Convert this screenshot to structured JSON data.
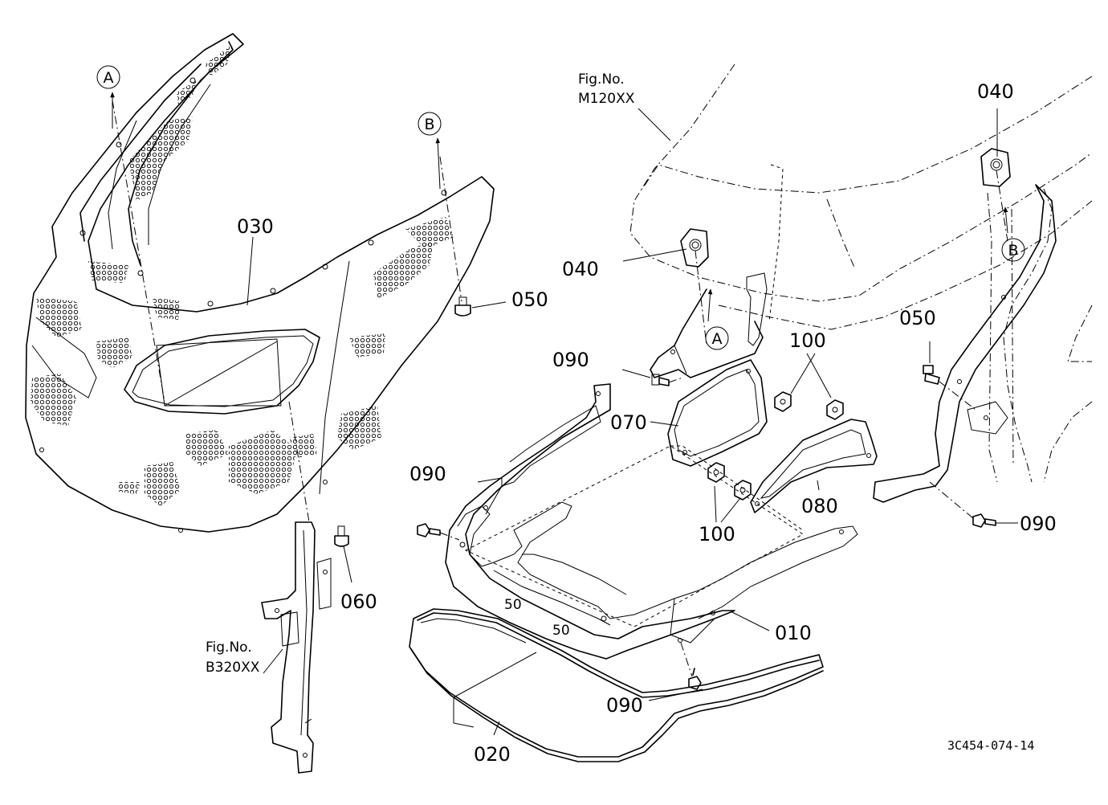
{
  "parts": {
    "p010": "010",
    "p020": "020",
    "p030": "030",
    "p040a": "040",
    "p040b": "040",
    "p050a": "050",
    "p050b": "050",
    "p060": "060",
    "p070": "070",
    "p080": "080",
    "p090a": "090",
    "p090b": "090",
    "p090c": "090",
    "p090d": "090",
    "p100a": "100",
    "p100b": "100"
  },
  "callouts": {
    "a1": "A",
    "b1": "B",
    "a2": "A",
    "b2": "B"
  },
  "figures": {
    "m120": {
      "line1": "Fig.No.",
      "line2": "M120XX"
    },
    "b320": {
      "line1": "Fig.No.",
      "line2": "B320XX"
    }
  },
  "document_code": "3C454-074-14",
  "marks": {
    "m1": "50",
    "m2": "50"
  }
}
